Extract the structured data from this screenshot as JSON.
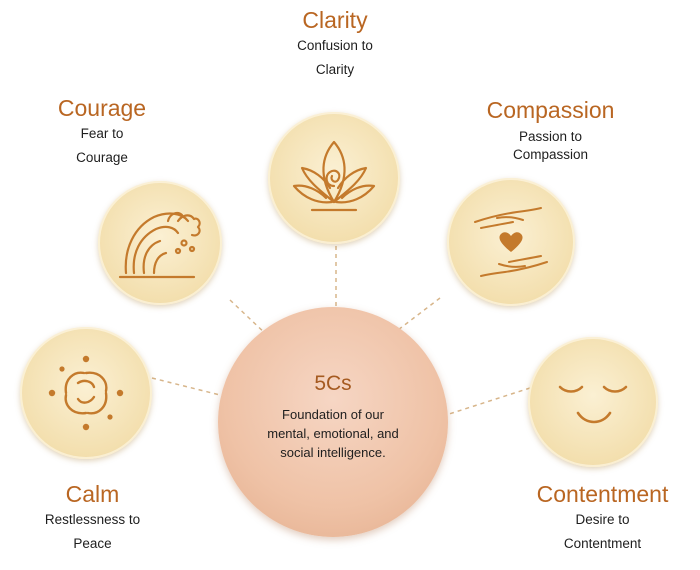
{
  "center": {
    "title": "5Cs",
    "description_lines": [
      "Foundation of our",
      "mental, emotional, and",
      "social intelligence."
    ]
  },
  "nodes": [
    {
      "id": "clarity",
      "title": "Clarity",
      "subtitle_lines": [
        "Confusion to",
        "Clarity"
      ],
      "icon": "lotus-icon"
    },
    {
      "id": "courage",
      "title": "Courage",
      "subtitle_lines": [
        "Fear to",
        "Courage"
      ],
      "icon": "wave-icon"
    },
    {
      "id": "compassion",
      "title": "Compassion",
      "subtitle_lines": [
        "Passion to",
        "Compassion"
      ],
      "icon": "hands-heart-icon"
    },
    {
      "id": "calm",
      "title": "Calm",
      "subtitle_lines": [
        "Restlessness to",
        "Peace"
      ],
      "icon": "swirl-icon"
    },
    {
      "id": "contentment",
      "title": "Contentment",
      "subtitle_lines": [
        "Desire to",
        "Contentment"
      ],
      "icon": "smiling-face-icon"
    }
  ],
  "colors": {
    "accent": "#b96622",
    "icon_stroke": "#c47a2c",
    "circle_fill": "#f3dfae",
    "center_fill": "#efc2a6",
    "connector": "#d7b58a"
  }
}
